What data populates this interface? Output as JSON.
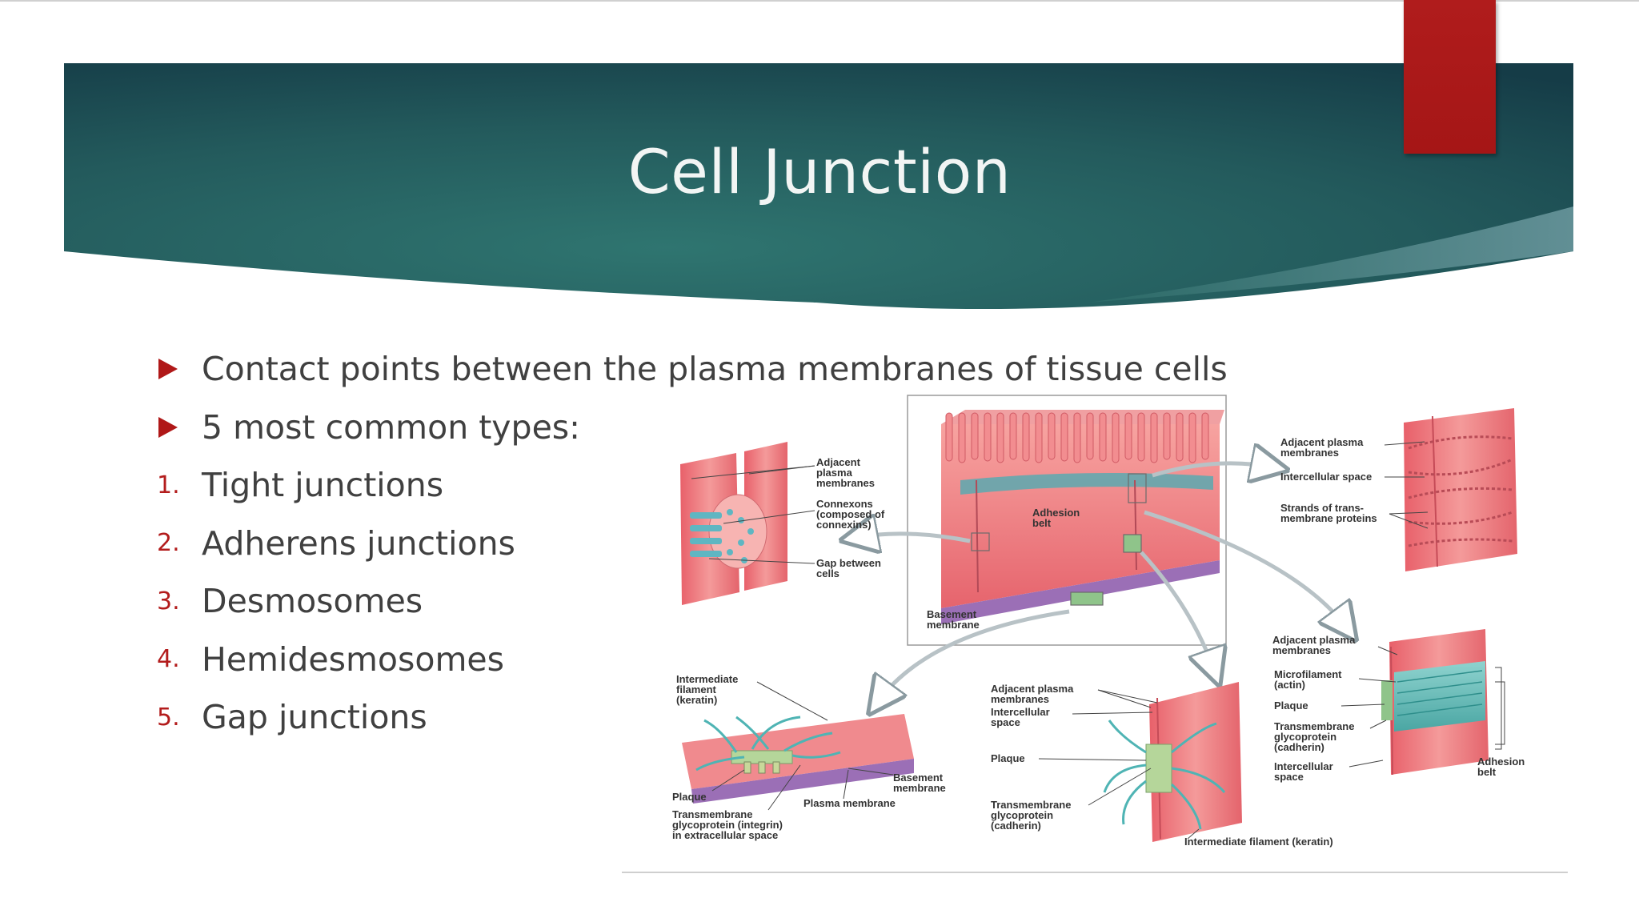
{
  "slide": {
    "title": "Cell Junction",
    "bullets": [
      {
        "marker": "triangle",
        "text": "Contact points between the plasma membranes of tissue cells"
      },
      {
        "marker": "triangle",
        "text": "5 most common types:"
      }
    ],
    "numbered": [
      {
        "num": "1.",
        "text": "Tight junctions"
      },
      {
        "num": "2.",
        "text": "Adherens junctions"
      },
      {
        "num": "3.",
        "text": "Desmosomes"
      },
      {
        "num": "4.",
        "text": "Hemidesmosomes"
      },
      {
        "num": "5.",
        "text": "Gap junctions"
      }
    ]
  },
  "figure": {
    "gap_junction": {
      "adjacent_membranes": [
        "Adjacent",
        "plasma",
        "membranes"
      ],
      "connexons": [
        "Connexons",
        "(composed of",
        "connexins)"
      ],
      "gap": [
        "Gap between",
        "cells"
      ]
    },
    "center": {
      "adhesion_belt": [
        "Adhesion",
        "belt"
      ],
      "basement": [
        "Basement",
        "membrane"
      ]
    },
    "tight_junction": {
      "adjacent_membranes": [
        "Adjacent plasma",
        "membranes"
      ],
      "intercellular": "Intercellular space",
      "strands": [
        "Strands of trans-",
        "membrane proteins"
      ]
    },
    "adherens": {
      "adjacent_membranes": [
        "Adjacent plasma",
        "membranes"
      ],
      "microfilament": [
        "Microfilament",
        "(actin)"
      ],
      "plaque": "Plaque",
      "transmembrane": [
        "Transmembrane",
        "glycoprotein",
        "(cadherin)"
      ],
      "intercellular": [
        "Intercellular",
        "space"
      ],
      "adhesion_belt": [
        "Adhesion",
        "belt"
      ]
    },
    "hemidesmosome": {
      "intermediate": [
        "Intermediate",
        "filament",
        "(keratin)"
      ],
      "basement": [
        "Basement",
        "membrane"
      ],
      "plaque": "Plaque",
      "plasma": "Plasma membrane",
      "transmembrane": [
        "Transmembrane",
        "glycoprotein (integrin)",
        "in extracellular space"
      ]
    },
    "desmosome": {
      "adjacent_membranes": [
        "Adjacent plasma",
        "membranes"
      ],
      "intercellular": [
        "Intercellular",
        "space"
      ],
      "plaque": "Plaque",
      "transmembrane": [
        "Transmembrane",
        "glycoprotein",
        "(cadherin)"
      ],
      "intermediate": "Intermediate filament (keratin)"
    }
  },
  "colors": {
    "banner_dark": "#163d47",
    "banner_mid": "#2a6c69",
    "accent_red": "#b01818",
    "body_text": "#404040",
    "title_text": "#f2f5f4"
  }
}
